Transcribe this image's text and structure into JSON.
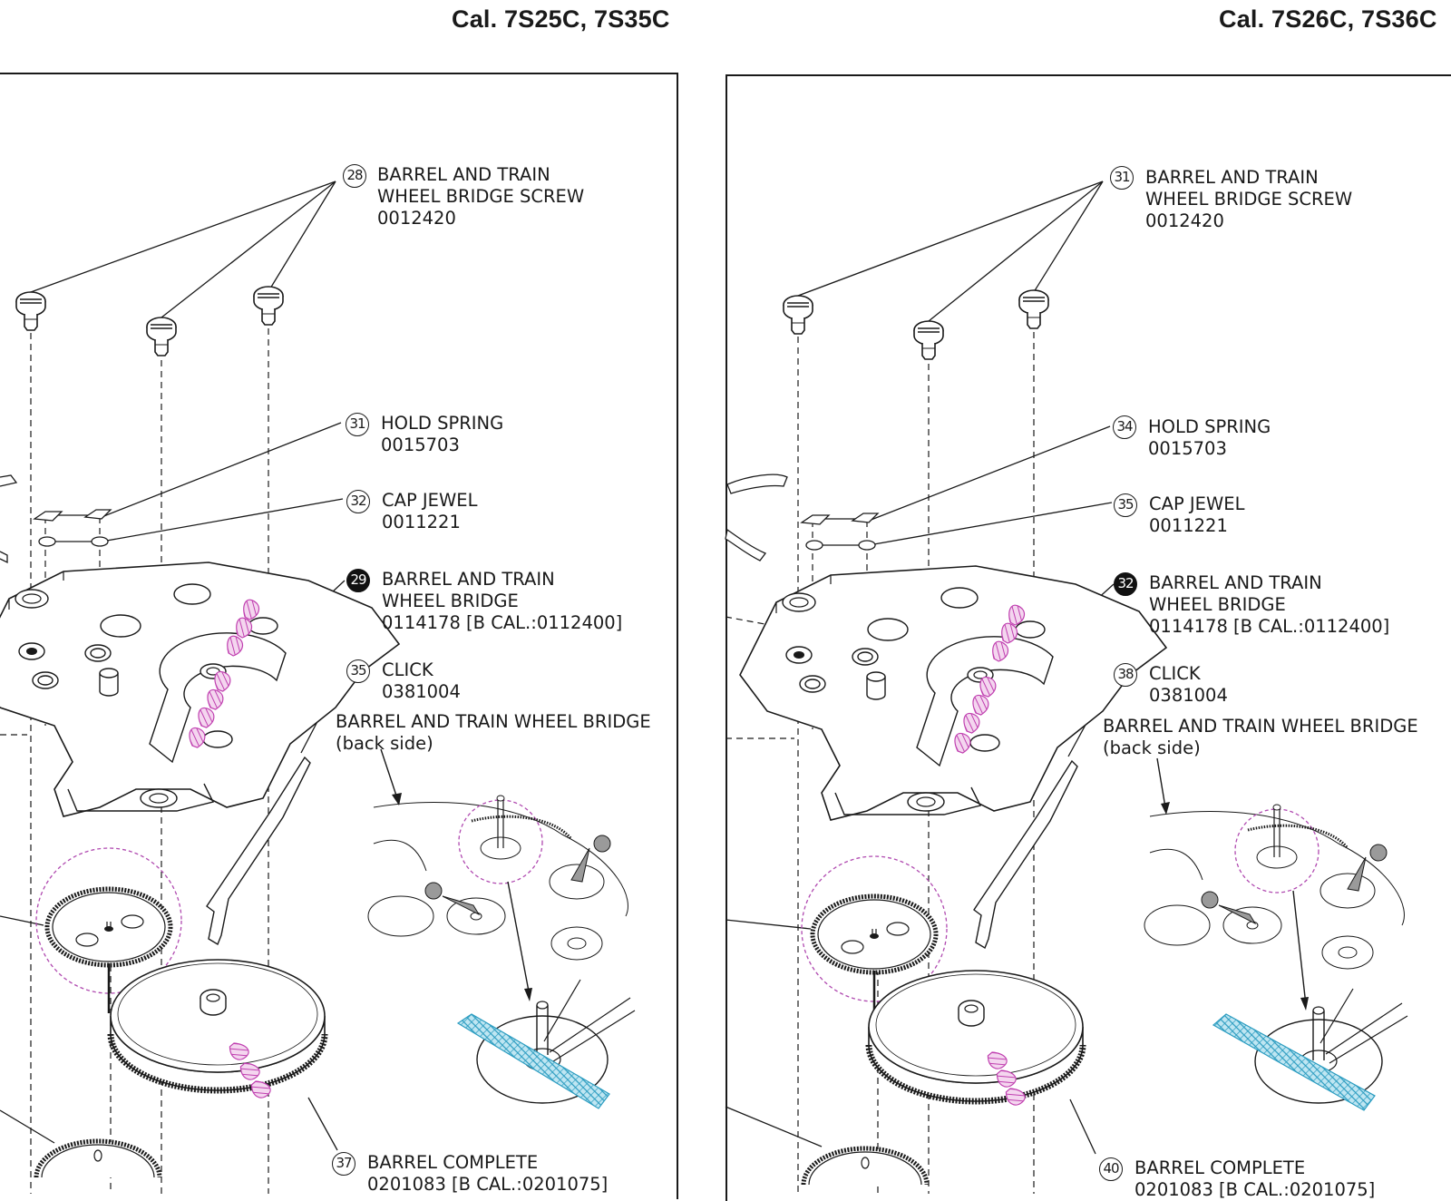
{
  "left": {
    "title": "Cal. 7S25C, 7S35C",
    "callouts": {
      "screw": {
        "num": "28",
        "name1": "BARREL AND TRAIN",
        "name2": "WHEEL BRIDGE SCREW",
        "code": "0012420"
      },
      "spring": {
        "num": "31",
        "name1": "HOLD SPRING",
        "code": "0015703"
      },
      "jewel": {
        "num": "32",
        "name1": "CAP JEWEL",
        "code": "0011221"
      },
      "bridge": {
        "num": "29",
        "name1": "BARREL AND TRAIN",
        "name2": "WHEEL BRIDGE",
        "code": "0114178 [B CAL.:0112400]"
      },
      "click": {
        "num": "35",
        "name1": "CLICK",
        "code": "0381004"
      },
      "backside": {
        "line1": "BARREL AND TRAIN WHEEL BRIDGE",
        "line2": "(back side)"
      },
      "barrel": {
        "num": "37",
        "name1": "BARREL COMPLETE",
        "code": "0201083 [B CAL.:0201075]"
      }
    }
  },
  "right": {
    "title": "Cal. 7S26C, 7S36C",
    "callouts": {
      "screw": {
        "num": "31",
        "name1": "BARREL AND TRAIN",
        "name2": "WHEEL BRIDGE SCREW",
        "code": "0012420"
      },
      "spring": {
        "num": "34",
        "name1": "HOLD SPRING",
        "code": "0015703"
      },
      "jewel": {
        "num": "35",
        "name1": "CAP JEWEL",
        "code": "0011221"
      },
      "bridge": {
        "num": "32",
        "name1": "BARREL AND TRAIN",
        "name2": "WHEEL BRIDGE",
        "code": "0114178 [B CAL.:0112400]"
      },
      "click": {
        "num": "38",
        "name1": "CLICK",
        "code": "0381004"
      },
      "backside": {
        "line1": "BARREL AND TRAIN WHEEL BRIDGE",
        "line2": "(back side)"
      },
      "barrel": {
        "num": "40",
        "name1": "BARREL COMPLETE",
        "code": "0201083 [B CAL.:0201075]"
      }
    }
  },
  "colors": {
    "line": "#1a1a1a",
    "oil_hatch": "#c040b0",
    "grease_hatch": "#3aa8c8",
    "dashed_circle": "#b04ab0",
    "gray_part": "#9a9a9a"
  }
}
